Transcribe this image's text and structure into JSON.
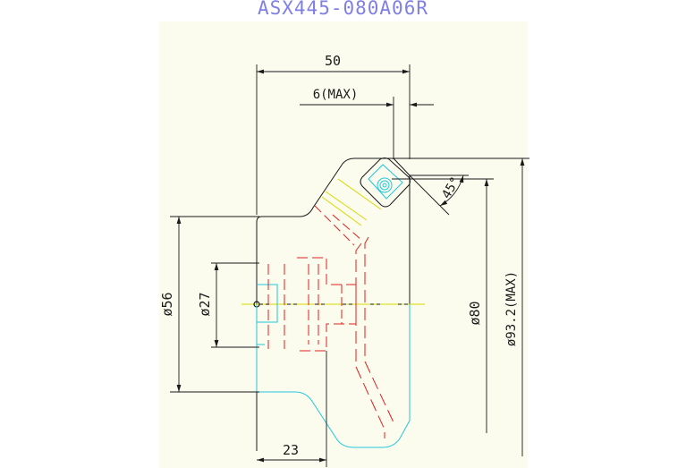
{
  "title": "ASX445-080A06R",
  "dimensions": {
    "overall_length": "50",
    "depth_of_cut": "6(MAX)",
    "bore_dia": "ø27",
    "hub_dia": "ø56",
    "hub_length": "23",
    "cutter_dia": "ø80",
    "max_dia": "ø93.2(MAX)",
    "approach_angle": "45°"
  },
  "colors": {
    "background": "#fbfbee",
    "outline": "#1a1a1a",
    "hidden_red": "#e02020",
    "cyan": "#20c8dc",
    "title": "#7f7fe6",
    "center_yellow": "#d8d800"
  }
}
